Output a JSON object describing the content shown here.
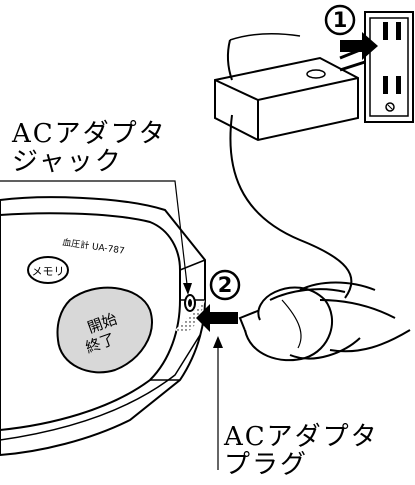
{
  "labels": {
    "jack_line1": "ACアダプタ",
    "jack_line2": "ジャック",
    "plug_line1": "ACアダプタ",
    "plug_line2": "プラグ"
  },
  "steps": {
    "step1": "1",
    "step2": "2"
  },
  "device": {
    "model": "血圧計 UA-787",
    "memory_button": "メモリ",
    "start_button_line1": "開始",
    "start_button_line2": "終了"
  },
  "icons": {
    "adapter": "ac-adapter-icon",
    "outlet": "wall-outlet-icon",
    "hand": "hand-icon",
    "arrow": "arrow-icon"
  },
  "colors": {
    "ink": "#000000",
    "paper": "#ffffff",
    "shade": "#d8d8d8"
  }
}
